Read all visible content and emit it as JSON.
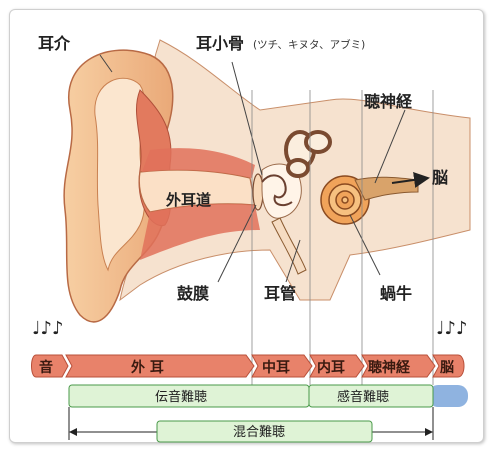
{
  "labels": {
    "pinna": "耳介",
    "ossicles": "耳小骨",
    "ossicles_detail": "(ツチ、キヌタ、アブミ)",
    "auditory_nerve": "聴神経",
    "brain": "脳",
    "ear_canal": "外耳道",
    "eardrum": "鼓膜",
    "eustachian_tube": "耳管",
    "cochlea": "蝸牛"
  },
  "music_note": "♩♪♪",
  "bands": {
    "sound": "音",
    "outer_ear": "外 耳",
    "middle_ear": "中耳",
    "inner_ear": "内耳",
    "nerve": "聴神経",
    "brain": "脳"
  },
  "hearing_loss": {
    "conductive": "伝音難聴",
    "sensorineural": "感音難聴",
    "mixed": "混合難聴"
  },
  "colors": {
    "flesh": "#f2b98a",
    "canal_red": "#e0715a",
    "band": "#e8826a",
    "green_box": "#dff3d6",
    "green_border": "#4a9a4a",
    "blue": "#8fb3e0",
    "cochlea_orange": "#f0a35a"
  }
}
